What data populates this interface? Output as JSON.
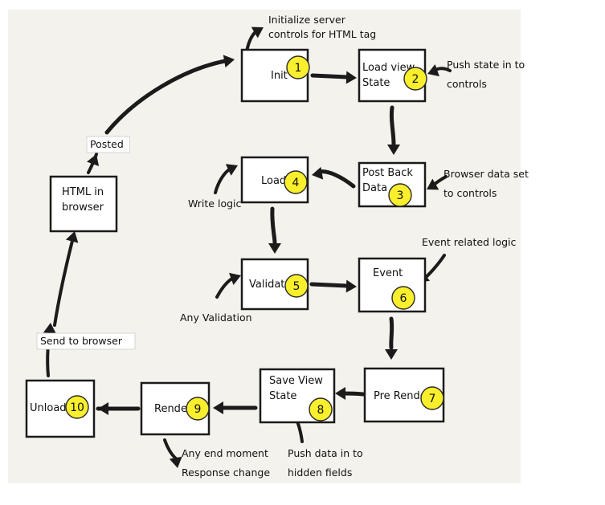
{
  "stages": [
    {
      "id": "init",
      "lines": [
        "Init"
      ],
      "number": "1"
    },
    {
      "id": "load-view-state",
      "lines": [
        "Load view",
        "State"
      ],
      "number": "2"
    },
    {
      "id": "post-back-data",
      "lines": [
        "Post Back",
        "Data"
      ],
      "number": "3"
    },
    {
      "id": "load",
      "lines": [
        "Load"
      ],
      "number": "4"
    },
    {
      "id": "validate",
      "lines": [
        "Validate"
      ],
      "number": "5"
    },
    {
      "id": "event",
      "lines": [
        "Event"
      ],
      "number": "6"
    },
    {
      "id": "pre-render",
      "lines": [
        "Pre Render"
      ],
      "number": "7"
    },
    {
      "id": "save-view-state",
      "lines": [
        "Save View",
        "State"
      ],
      "number": "8"
    },
    {
      "id": "render",
      "lines": [
        "Render"
      ],
      "number": "9"
    },
    {
      "id": "unload",
      "lines": [
        "Unload"
      ],
      "number": "10"
    },
    {
      "id": "html-in-browser",
      "lines": [
        "HTML in",
        "browser"
      ],
      "number": ""
    }
  ],
  "annotations": {
    "init_note": [
      "Initialize server",
      "controls for HTML tag"
    ],
    "load_view_state_note": [
      "Push state in to",
      "controls"
    ],
    "post_back_note": [
      "Browser data set",
      "to controls"
    ],
    "load_note": [
      "Write logic"
    ],
    "event_note": [
      "Event related logic"
    ],
    "validate_note": [
      "Any Validation"
    ],
    "save_view_state_note": [
      "Push data in to",
      "hidden fields"
    ],
    "render_note": [
      "Any end moment",
      "Response change"
    ],
    "posted_label": [
      "Posted"
    ],
    "send_label": [
      "Send to browser"
    ]
  }
}
